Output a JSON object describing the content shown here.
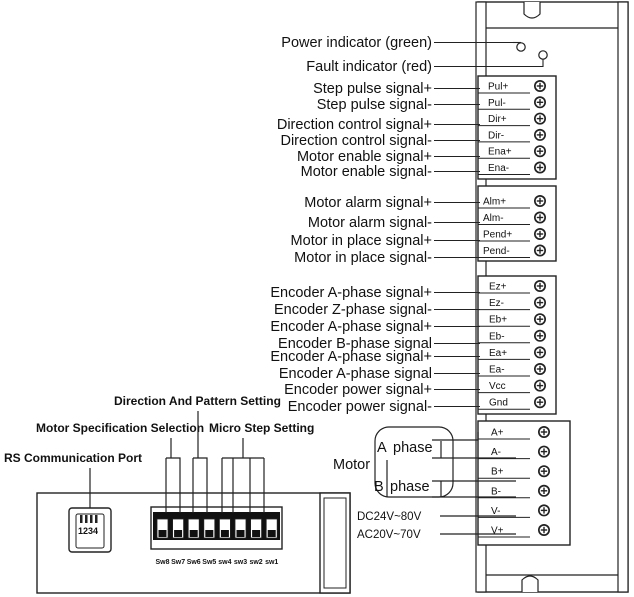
{
  "left_labels": [
    "Power indicator (green)",
    "Fault indicator (red)",
    "Step pulse signal+",
    "Step pulse signal-",
    "Direction control signal+",
    "Direction control signal-",
    "Motor enable signal+",
    "Motor enable signal-",
    "Motor alarm signal+",
    "Motor alarm signal-",
    "Motor in place signal+",
    "Motor in place signal-",
    "Encoder A-phase signal+",
    "Encoder Z-phase signal-",
    "Encoder A-phase signal+",
    "Encoder B-phase signal",
    "Encoder A-phase signal+",
    "Encoder A-phase signal",
    "Encoder power signal+",
    "Encoder power signal-"
  ],
  "terminals_signal": [
    "Pul+",
    "Pul-",
    "Dir+",
    "Dir-",
    "Ena+",
    "Ena-"
  ],
  "terminals_alarm": [
    "Alm+",
    "Alm-",
    "Pend+",
    "Pend-"
  ],
  "terminals_encoder": [
    "Ez+",
    "Ez-",
    "Eb+",
    "Eb-",
    "Ea+",
    "Ea-",
    "Vcc",
    "Gnd"
  ],
  "terminals_power": [
    "A+",
    "A-",
    "B+",
    "B-",
    "V-",
    "V+"
  ],
  "motor": {
    "label": "Motor",
    "phase_a_letter": "A",
    "phase_a_word": "phase",
    "phase_b_letter": "B",
    "phase_b_word": "phase"
  },
  "supply": {
    "dc": "DC24V~80V",
    "ac": "AC20V~70V"
  },
  "bottom": {
    "rs_port": "RS Communication Port",
    "motor_spec": "Motor Specification Selection",
    "direction_pattern": "Direction And Pattern Setting",
    "micro_step": "Micro Step Setting",
    "rj_pins": "1234",
    "switch_labels": [
      "Sw8",
      "Sw7",
      "Sw6",
      "Sw5",
      "sw4",
      "sw3",
      "sw2",
      "sw1"
    ]
  }
}
